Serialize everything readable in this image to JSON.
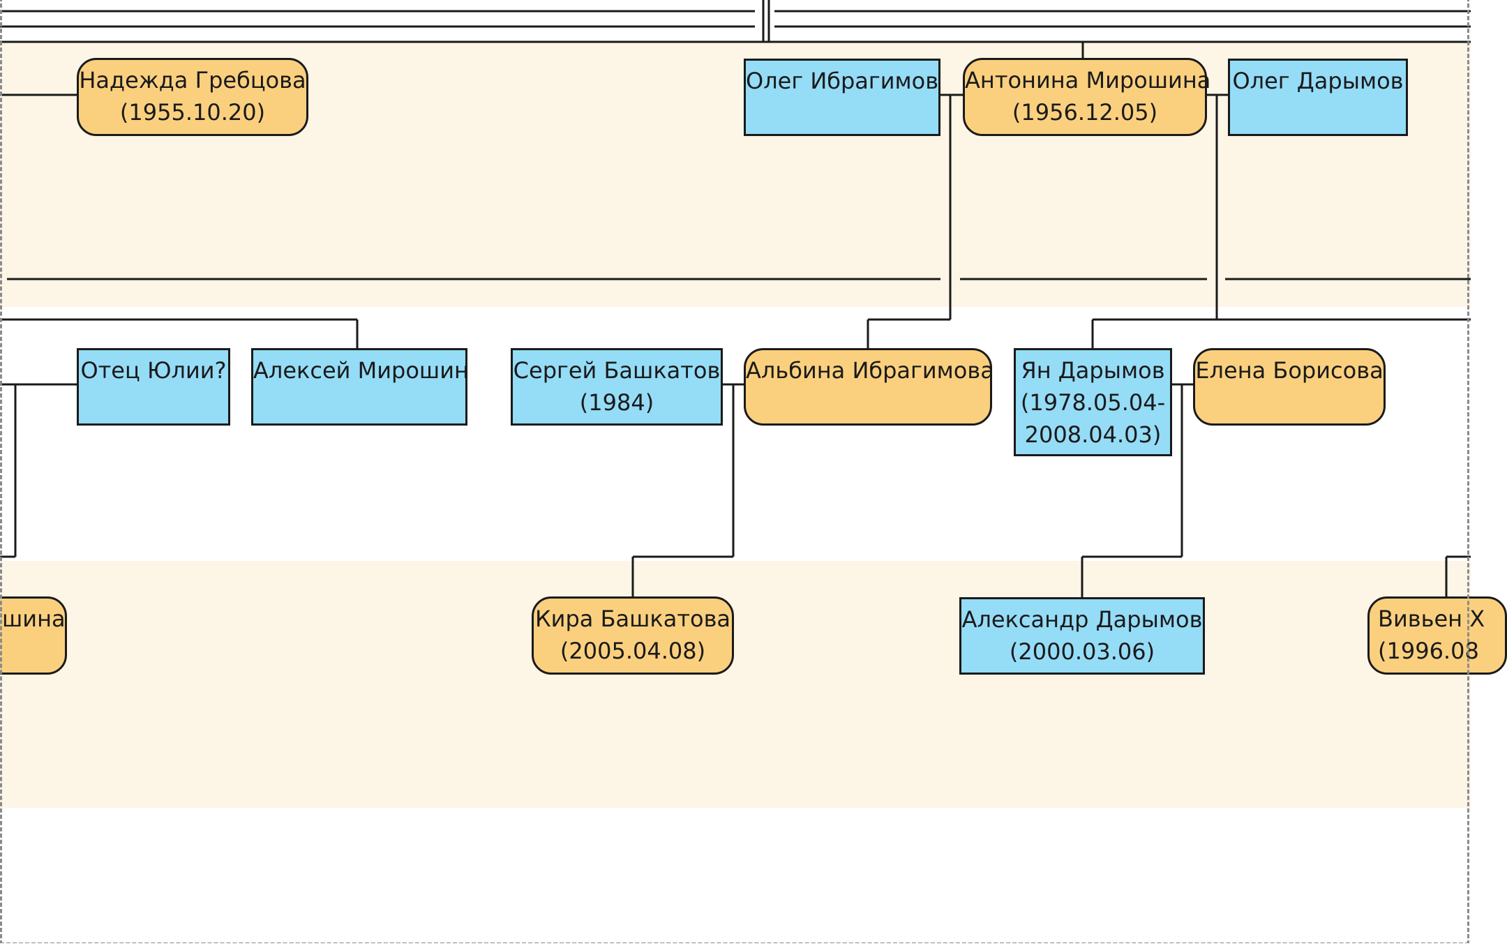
{
  "diagram": {
    "kind": "family-tree",
    "colors": {
      "male": "#95dcf7",
      "female": "#fad07f",
      "generation_band": "#fdf5e6",
      "line": "#1a1a1a",
      "border": "#8a8a8a"
    },
    "people": {
      "nadezhda_grebtsova": {
        "name": "Надежда Гребцова",
        "dates": "(1955.10.20)",
        "gender": "female"
      },
      "oleg_ibragimov": {
        "name": "Олег Ибрагимов",
        "dates": "",
        "gender": "male"
      },
      "antonina_miroshina": {
        "name": "Антонина Мирошина",
        "dates": "(1956.12.05)",
        "gender": "female"
      },
      "oleg_darymov": {
        "name": "Олег Дарымов",
        "dates": "",
        "gender": "male"
      },
      "otets_yulii": {
        "name": "Отец Юлии?",
        "dates": "",
        "gender": "male"
      },
      "aleksei_miroshin": {
        "name": "Алексей Мирошин",
        "dates": "",
        "gender": "male"
      },
      "sergei_bashkatov": {
        "name": "Сергей Башкатов",
        "dates": "(1984)",
        "gender": "male"
      },
      "albina_ibragimova": {
        "name": "Альбина Ибрагимова",
        "dates": "",
        "gender": "female"
      },
      "yan_darymov": {
        "name": "Ян Дарымов",
        "dates": "(1978.05.04-",
        "dates2": "2008.04.03)",
        "gender": "male"
      },
      "elena_borisova": {
        "name": "Елена Борисова",
        "dates": "",
        "gender": "female"
      },
      "partial_miroshina": {
        "name": "шина",
        "dates": "",
        "gender": "female"
      },
      "kira_bashkatova": {
        "name": "Кира Башкатова",
        "dates": "(2005.04.08)",
        "gender": "female"
      },
      "aleksandr_darymov": {
        "name": "Александр Дарымов",
        "dates": "(2000.03.06)",
        "gender": "male"
      },
      "vivien": {
        "name": "Вивьен Х",
        "dates": "(1996.08",
        "gender": "female"
      }
    }
  }
}
